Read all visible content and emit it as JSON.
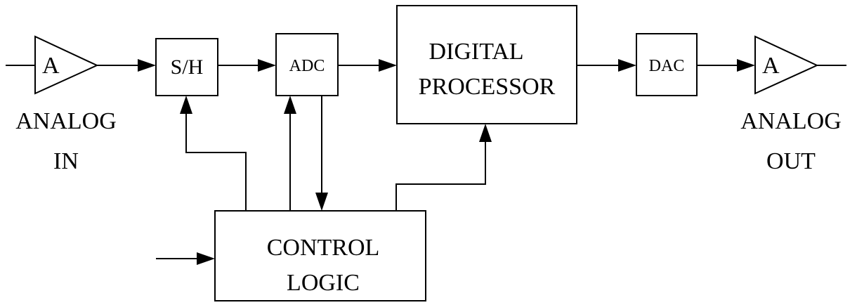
{
  "diagram": {
    "blocks": {
      "amp_in": {
        "label": "A"
      },
      "sample_hold": {
        "label": "S/H"
      },
      "adc": {
        "label": "ADC"
      },
      "processor": {
        "line1": "DIGITAL",
        "line2": "PROCESSOR"
      },
      "dac": {
        "label": "DAC"
      },
      "amp_out": {
        "label": "A"
      },
      "control": {
        "line1": "CONTROL",
        "line2": "LOGIC"
      }
    },
    "labels": {
      "input": {
        "line1": "ANALOG",
        "line2": "IN"
      },
      "output": {
        "line1": "ANALOG",
        "line2": "OUT"
      }
    }
  }
}
